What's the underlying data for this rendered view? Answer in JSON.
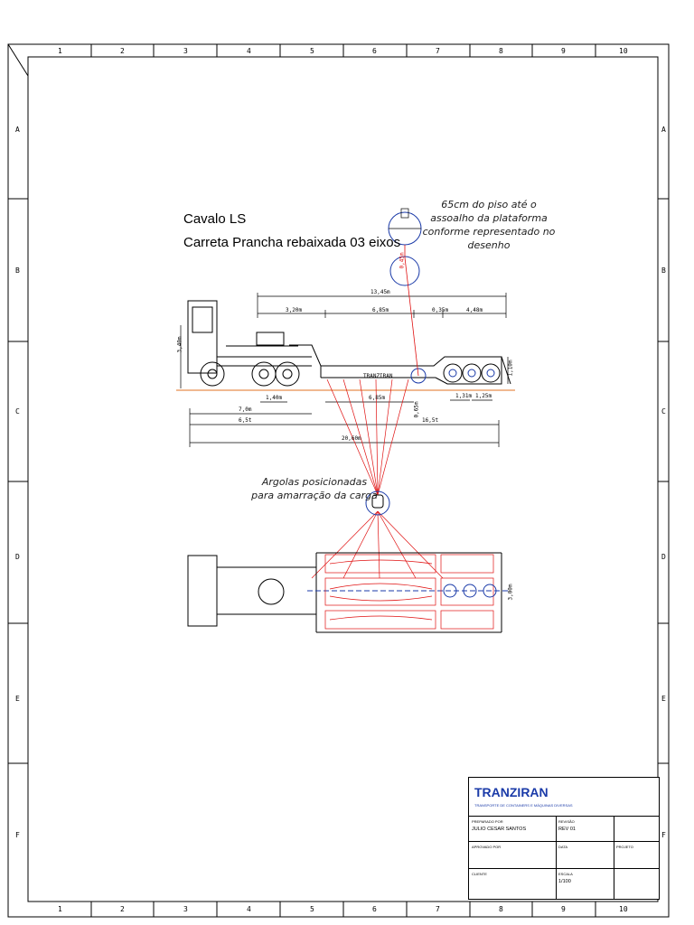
{
  "grid": {
    "columns": [
      "1",
      "2",
      "3",
      "4",
      "5",
      "6",
      "7",
      "8",
      "9",
      "10"
    ],
    "rows": [
      "A",
      "B",
      "C",
      "D",
      "E",
      "F"
    ]
  },
  "drawing": {
    "title_line1": "Cavalo LS",
    "title_line2": "Carreta Prancha rebaixada 03 eixos",
    "note_floor": "65cm do piso até o assoalho da plataforma conforme representado no desenho",
    "note_rings": "Argolas posicionadas para amarração da carga",
    "detail_dim": "0,45m",
    "trailer_label": "TRANZIRAN"
  },
  "dimensions": {
    "overall_top": "13,45m",
    "seg_a": "3,20m",
    "seg_b": "6,85m",
    "seg_c": "0,35m",
    "seg_d": "4,48m",
    "height_cab": "3,40m",
    "height_rear": "1,10m",
    "axle_gap_tractor": "1,40m",
    "deck_length": "6,85m",
    "axle_gap_1": "1,31m",
    "axle_gap_2": "1,25m",
    "floor_height": "0,65m",
    "dist_1": "7,0m",
    "weight_1": "6,5t",
    "weight_2": "16,5t",
    "overall_bottom": "20,60m",
    "width_plan": "3,00m"
  },
  "title_block": {
    "brand": "TRANZIRAN",
    "tagline": "TRANSPORTE DE CONTAINERS E MÁQUINAS DIVERSAS",
    "prepared_by_caption": "PREPARADO POR",
    "prepared_by": "JULIO CESAR SANTOS",
    "revision_caption": "REVISÃO",
    "revision": "REV 01",
    "approved_caption": "APROVADO POR",
    "date_caption": "DATA",
    "project_caption": "PROJETO",
    "client_caption": "CLIENTE",
    "scale_caption": "ESCALA",
    "scale": "1/100"
  },
  "colors": {
    "line": "#000000",
    "accent_red": "#e01010",
    "accent_blue": "#1a3aa8",
    "ground": "#e07020"
  }
}
